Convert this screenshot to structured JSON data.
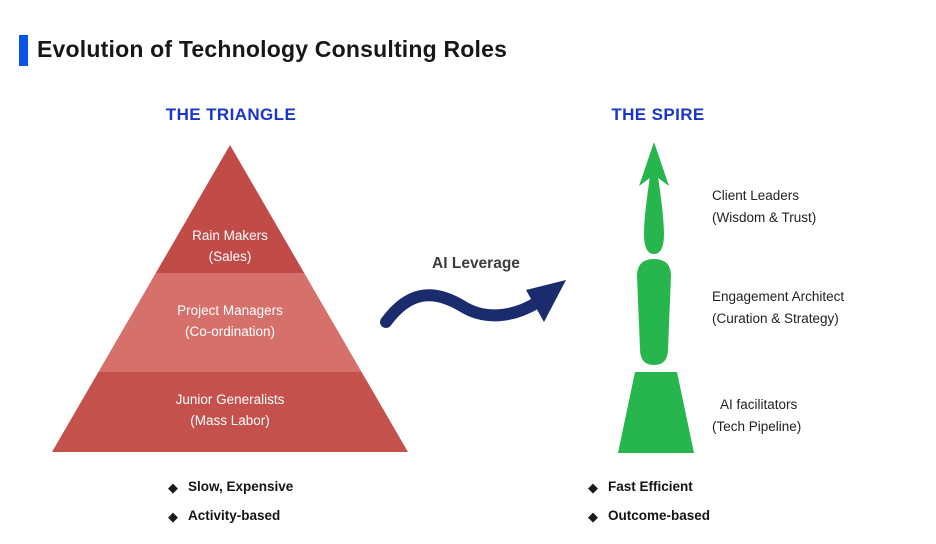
{
  "header": {
    "title": "Evolution of Technology Consulting Roles"
  },
  "triangle": {
    "title": "THE TRIANGLE",
    "levels": [
      {
        "role": "Rain Makers",
        "detail": "(Sales)"
      },
      {
        "role": "Project Managers",
        "detail": "(Co-ordination)"
      },
      {
        "role": "Junior Generalists",
        "detail": "(Mass Labor)"
      }
    ],
    "bullets": [
      "Slow, Expensive",
      "Activity-based"
    ]
  },
  "transition": {
    "label": "AI Leverage"
  },
  "spire": {
    "title": "THE SPIRE",
    "levels": [
      {
        "role": "Client Leaders",
        "detail": "(Wisdom & Trust)"
      },
      {
        "role": "Engagement Architect",
        "detail": "(Curation & Strategy)"
      },
      {
        "role": "AI facilitators",
        "detail": "(Tech Pipeline)"
      }
    ],
    "bullets": [
      "Fast Efficient",
      "Outcome-based"
    ]
  },
  "icons": {
    "bullet": "◆"
  },
  "colors": {
    "accent_bar": "#0b55e6",
    "section_title_blue": "#1a36c6",
    "triangle_band_top": "#c14b47",
    "triangle_band_middle": "#d5706b",
    "triangle_band_bottom": "#c4514c",
    "spire_green": "#27b54e",
    "arrow_navy": "#1a2c6e"
  }
}
